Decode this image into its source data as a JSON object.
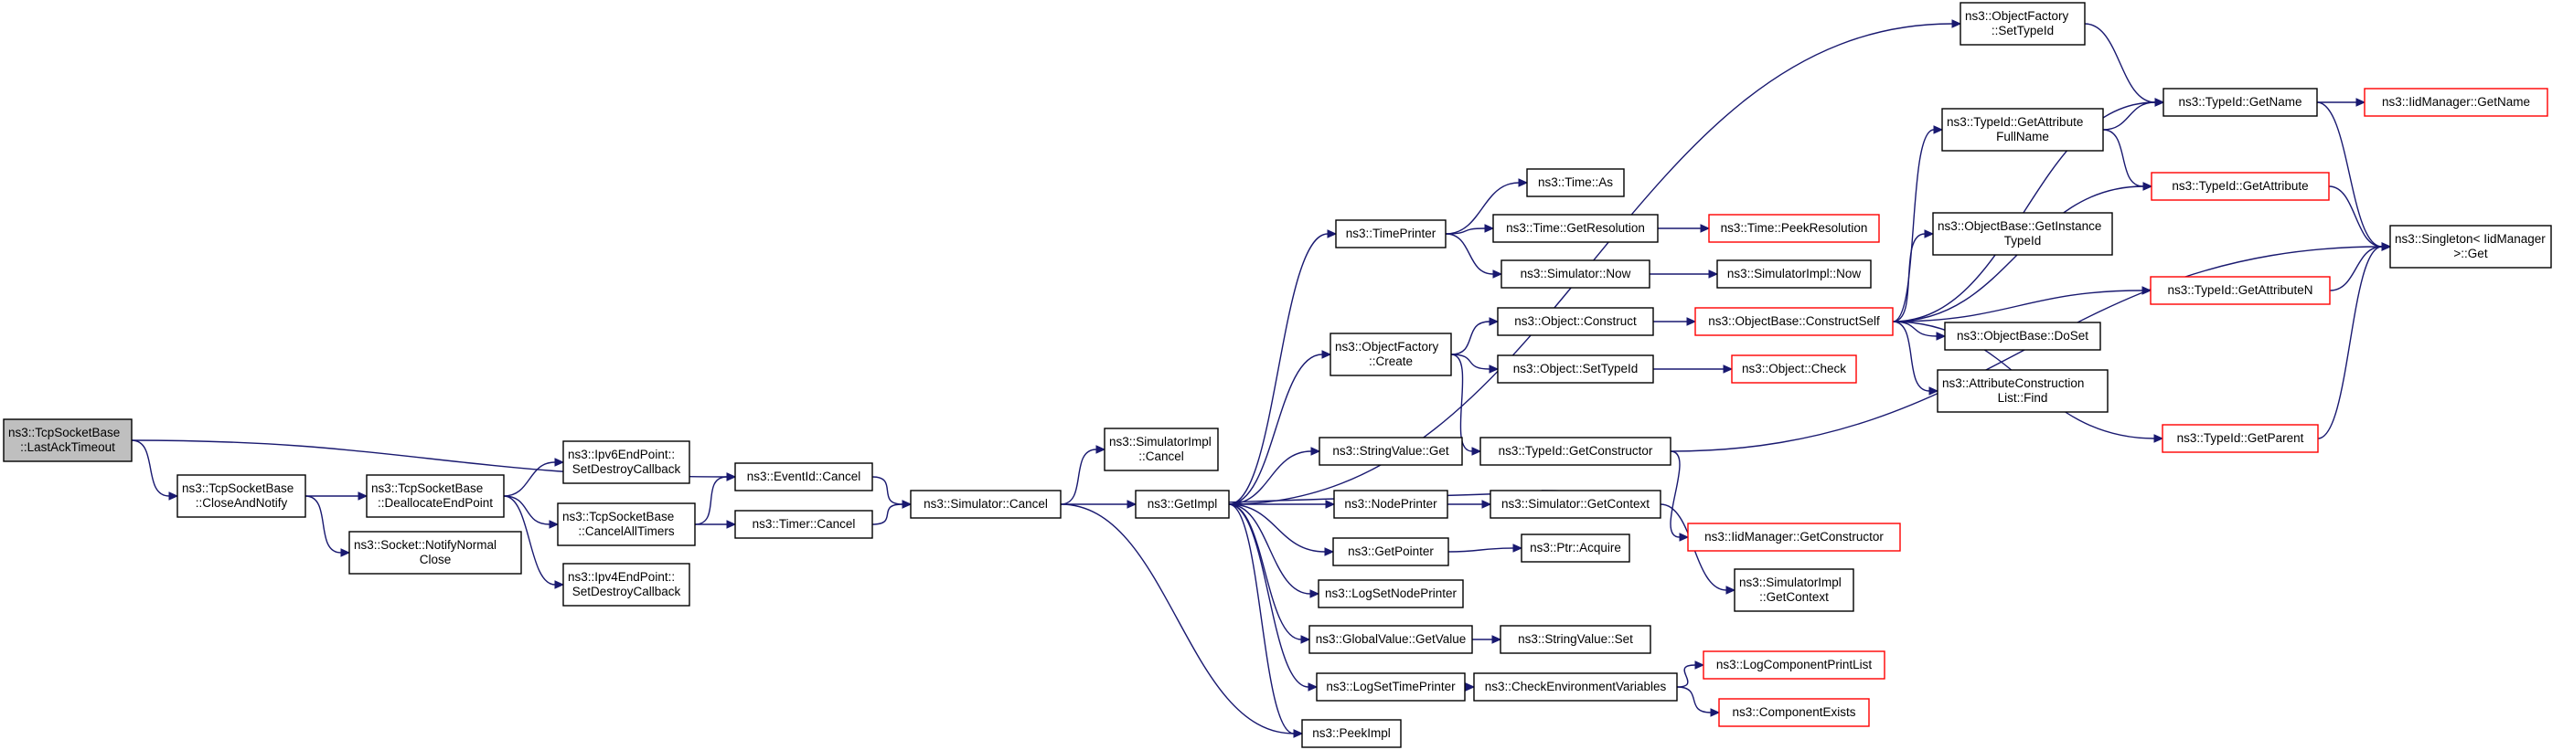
{
  "colors": {
    "edge": "#191970",
    "border": "#000000",
    "truncated_border": "#ff0000",
    "root_fill": "#bfbfbf",
    "node_fill": "#ffffff"
  },
  "nodes": [
    {
      "id": "n0",
      "lines": [
        "ns3::TcpSocketBase",
        "::LastAckTimeout"
      ]
    },
    {
      "id": "n1",
      "lines": [
        "ns3::TcpSocketBase",
        "::CloseAndNotify"
      ]
    },
    {
      "id": "n2",
      "lines": [
        "ns3::TcpSocketBase",
        "::DeallocateEndPoint"
      ]
    },
    {
      "id": "n3",
      "lines": [
        "ns3::Socket::NotifyNormal",
        "Close"
      ]
    },
    {
      "id": "n4",
      "lines": [
        "ns3::Ipv6EndPoint::",
        "SetDestroyCallback"
      ]
    },
    {
      "id": "n5",
      "lines": [
        "ns3::TcpSocketBase",
        "::CancelAllTimers"
      ]
    },
    {
      "id": "n6",
      "lines": [
        "ns3::Ipv4EndPoint::",
        "SetDestroyCallback"
      ]
    },
    {
      "id": "n7",
      "lines": [
        "ns3::EventId::Cancel"
      ]
    },
    {
      "id": "n8",
      "lines": [
        "ns3::Timer::Cancel"
      ]
    },
    {
      "id": "n9",
      "lines": [
        "ns3::Simulator::Cancel"
      ]
    },
    {
      "id": "n10",
      "lines": [
        "ns3::SimulatorImpl",
        "::Cancel"
      ]
    },
    {
      "id": "n11",
      "lines": [
        "ns3::GetImpl"
      ]
    },
    {
      "id": "n12",
      "lines": [
        "ns3::PeekImpl"
      ]
    },
    {
      "id": "n13",
      "lines": [
        "ns3::TimePrinter"
      ]
    },
    {
      "id": "n14",
      "lines": [
        "ns3::ObjectFactory",
        "::Create"
      ]
    },
    {
      "id": "n15",
      "lines": [
        "ns3::StringValue::Get"
      ]
    },
    {
      "id": "n16",
      "lines": [
        "ns3::NodePrinter"
      ]
    },
    {
      "id": "n17",
      "lines": [
        "ns3::GetPointer"
      ]
    },
    {
      "id": "n18",
      "lines": [
        "ns3::LogSetNodePrinter"
      ]
    },
    {
      "id": "n19",
      "lines": [
        "ns3::GlobalValue::GetValue"
      ]
    },
    {
      "id": "n20",
      "lines": [
        "ns3::LogSetTimePrinter"
      ]
    },
    {
      "id": "n21",
      "lines": [
        "ns3::ObjectFactory",
        "::SetTypeId"
      ]
    },
    {
      "id": "n22",
      "lines": [
        "ns3::Time::As"
      ]
    },
    {
      "id": "n23",
      "lines": [
        "ns3::Time::GetResolution"
      ]
    },
    {
      "id": "n24",
      "lines": [
        "ns3::Simulator::Now"
      ]
    },
    {
      "id": "n25",
      "lines": [
        "ns3::Object::Construct"
      ]
    },
    {
      "id": "n26",
      "lines": [
        "ns3::Object::SetTypeId"
      ]
    },
    {
      "id": "n27",
      "lines": [
        "ns3::TypeId::GetConstructor"
      ]
    },
    {
      "id": "n28",
      "lines": [
        "ns3::Simulator::GetContext"
      ]
    },
    {
      "id": "n29",
      "lines": [
        "ns3::Ptr::Acquire"
      ]
    },
    {
      "id": "n30",
      "lines": [
        "ns3::StringValue::Set"
      ]
    },
    {
      "id": "n31",
      "lines": [
        "ns3::CheckEnvironmentVariables"
      ]
    },
    {
      "id": "n32",
      "lines": [
        "ns3::Time::PeekResolution"
      ],
      "truncated": true
    },
    {
      "id": "n33",
      "lines": [
        "ns3::SimulatorImpl::Now"
      ]
    },
    {
      "id": "n34",
      "lines": [
        "ns3::ObjectBase::ConstructSelf"
      ],
      "truncated": true
    },
    {
      "id": "n35",
      "lines": [
        "ns3::Object::Check"
      ],
      "truncated": true
    },
    {
      "id": "n36",
      "lines": [
        "ns3::IidManager::GetConstructor"
      ],
      "truncated": true
    },
    {
      "id": "n37",
      "lines": [
        "ns3::SimulatorImpl",
        "::GetContext"
      ]
    },
    {
      "id": "n38",
      "lines": [
        "ns3::LogComponentPrintList"
      ],
      "truncated": true
    },
    {
      "id": "n39",
      "lines": [
        "ns3::ComponentExists"
      ],
      "truncated": true
    },
    {
      "id": "n40",
      "lines": [
        "ns3::TypeId::GetName"
      ]
    },
    {
      "id": "n41",
      "lines": [
        "ns3::TypeId::GetAttribute",
        "FullName"
      ]
    },
    {
      "id": "n42",
      "lines": [
        "ns3::ObjectBase::GetInstance",
        "TypeId"
      ]
    },
    {
      "id": "n43",
      "lines": [
        "ns3::ObjectBase::DoSet"
      ]
    },
    {
      "id": "n44",
      "lines": [
        "ns3::AttributeConstruction",
        "List::Find"
      ]
    },
    {
      "id": "n45",
      "lines": [
        "ns3::TypeId::GetAttribute"
      ],
      "truncated": true
    },
    {
      "id": "n46",
      "lines": [
        "ns3::TypeId::GetAttributeN"
      ],
      "truncated": true
    },
    {
      "id": "n47",
      "lines": [
        "ns3::TypeId::GetParent"
      ],
      "truncated": true
    },
    {
      "id": "n48",
      "lines": [
        "ns3::IidManager::GetName"
      ],
      "truncated": true
    },
    {
      "id": "n49",
      "lines": [
        "ns3::Singleton< IidManager",
        " >::Get"
      ]
    }
  ],
  "edges": [
    [
      "n0",
      "n1"
    ],
    [
      "n0",
      "n7"
    ],
    [
      "n1",
      "n2"
    ],
    [
      "n1",
      "n3"
    ],
    [
      "n2",
      "n4"
    ],
    [
      "n2",
      "n5"
    ],
    [
      "n2",
      "n6"
    ],
    [
      "n5",
      "n7"
    ],
    [
      "n5",
      "n8"
    ],
    [
      "n7",
      "n9"
    ],
    [
      "n8",
      "n9"
    ],
    [
      "n9",
      "n10"
    ],
    [
      "n9",
      "n11"
    ],
    [
      "n9",
      "n12"
    ],
    [
      "n11",
      "n12"
    ],
    [
      "n11",
      "n13"
    ],
    [
      "n11",
      "n14"
    ],
    [
      "n11",
      "n15"
    ],
    [
      "n11",
      "n16"
    ],
    [
      "n11",
      "n17"
    ],
    [
      "n11",
      "n18"
    ],
    [
      "n11",
      "n19"
    ],
    [
      "n11",
      "n20"
    ],
    [
      "n11",
      "n21"
    ],
    [
      "n13",
      "n22"
    ],
    [
      "n13",
      "n23"
    ],
    [
      "n13",
      "n24"
    ],
    [
      "n14",
      "n25"
    ],
    [
      "n14",
      "n26"
    ],
    [
      "n14",
      "n27"
    ],
    [
      "n16",
      "n28"
    ],
    [
      "n17",
      "n29"
    ],
    [
      "n19",
      "n30"
    ],
    [
      "n20",
      "n31"
    ],
    [
      "n23",
      "n32"
    ],
    [
      "n24",
      "n33"
    ],
    [
      "n25",
      "n34"
    ],
    [
      "n26",
      "n35"
    ],
    [
      "n27",
      "n36"
    ],
    [
      "n27",
      "n49"
    ],
    [
      "n28",
      "n11"
    ],
    [
      "n28",
      "n37"
    ],
    [
      "n31",
      "n38"
    ],
    [
      "n31",
      "n39"
    ],
    [
      "n34",
      "n40"
    ],
    [
      "n34",
      "n41"
    ],
    [
      "n34",
      "n42"
    ],
    [
      "n34",
      "n43"
    ],
    [
      "n34",
      "n44"
    ],
    [
      "n34",
      "n45"
    ],
    [
      "n34",
      "n46"
    ],
    [
      "n34",
      "n47"
    ],
    [
      "n21",
      "n40"
    ],
    [
      "n40",
      "n48"
    ],
    [
      "n40",
      "n49"
    ],
    [
      "n41",
      "n40"
    ],
    [
      "n41",
      "n45"
    ],
    [
      "n45",
      "n49"
    ],
    [
      "n46",
      "n49"
    ],
    [
      "n47",
      "n49"
    ]
  ]
}
